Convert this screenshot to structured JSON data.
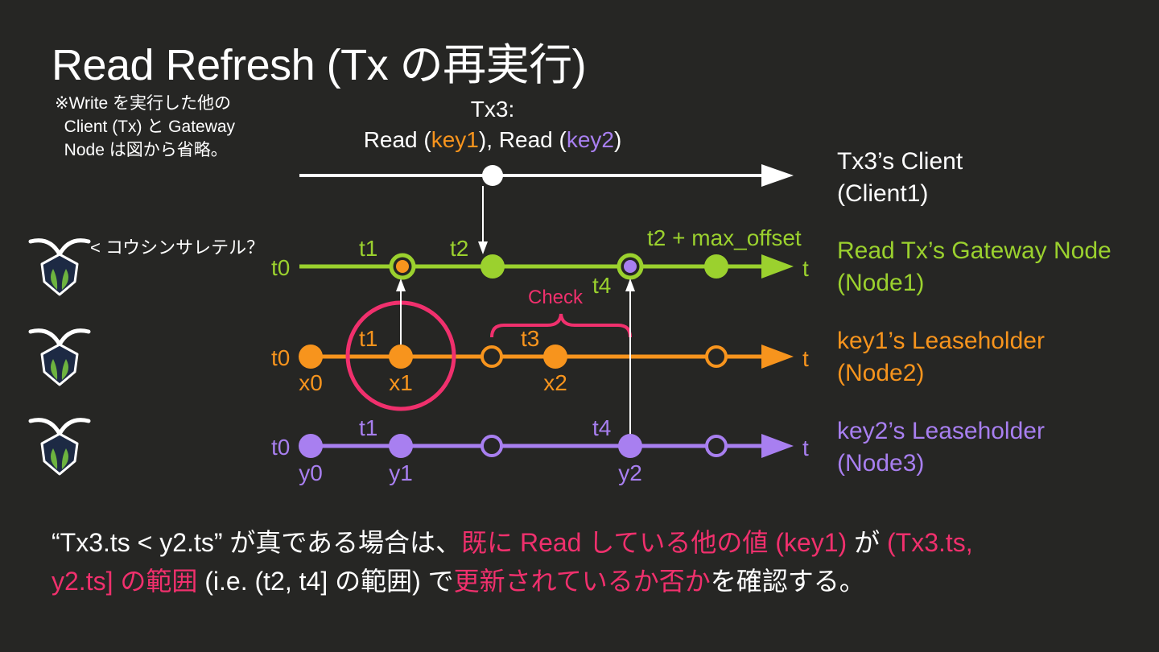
{
  "title": "Read Refresh (Tx の再実行)",
  "note": "※Write を実行した他の\n  Client (Tx) と Gateway\n  Node は図から省略。",
  "tx3": {
    "line1": "Tx3:",
    "read1_prefix": "Read (",
    "read1_key": "key1",
    "read1_suffix": "), Read (",
    "read2_key": "key2",
    "read2_suffix": ")"
  },
  "client_label": {
    "line1": "Tx3’s Client",
    "line2": "(Client1)"
  },
  "node1_label": {
    "line1": "Read Tx’s Gateway Node",
    "line2": "(Node1)"
  },
  "node2_label": {
    "line1": "key1’s Leaseholder",
    "line2": "(Node2)"
  },
  "node3_label": {
    "line1": "key2’s Leaseholder",
    "line2": "(Node3)"
  },
  "speech": "< コウシンサレテル？",
  "axis_t": "t",
  "labels": {
    "t0": "t0",
    "t1": "t1",
    "t2": "t2",
    "t3": "t3",
    "t4": "t4",
    "max_offset": "t2 + max_offset",
    "check": "Check",
    "x0": "x0",
    "x1": "x1",
    "x2": "x2",
    "y0": "y0",
    "y1": "y1",
    "y2": "y2"
  },
  "colors": {
    "green": "#9bd12e",
    "orange": "#f7941d",
    "purple": "#a87ff0",
    "pink": "#f0306d",
    "background": "#262624"
  },
  "bottom": {
    "p1": "“Tx3.ts < y2.ts” が真である場合は、",
    "p2": "既に Read している他の値 (key1)",
    "p3": " が ",
    "p4": "(Tx3.ts,",
    "p5": "y2.ts] の範囲",
    "p6": " (i.e. (t2, t4] の範囲) で",
    "p7": "更新されているか否か",
    "p8": "を確認する。"
  }
}
